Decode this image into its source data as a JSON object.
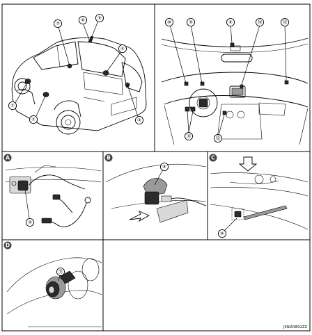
{
  "callouts": {
    "c1": "①",
    "c2": "②",
    "c3": "③",
    "c4": "④",
    "c5": "⑤",
    "c6": "⑥",
    "c7": "⑦",
    "c8": "⑧",
    "c9": "⑨",
    "c10": "⑩",
    "c11": "⑪",
    "c12": "⑫",
    "c13": "⑬",
    "c14": "⑭",
    "a3": "③",
    "b8": "⑧",
    "c9b": "⑨",
    "d11": "⑪"
  },
  "panels": {
    "a": "A",
    "b": "B",
    "c": "C",
    "d": "D"
  },
  "figure_code": "JSNIA3802ZZ"
}
